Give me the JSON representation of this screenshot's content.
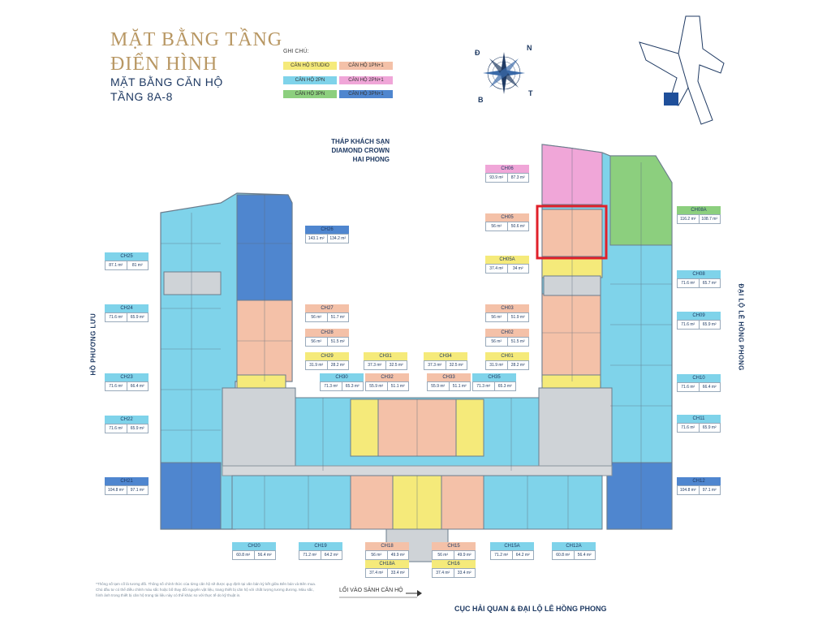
{
  "title": {
    "line1": "MẶT BẰNG TẦNG",
    "line2": "ĐIỂN HÌNH",
    "sub1": "MẶT BẰNG CĂN HỘ",
    "sub2": "TẦNG 8A-8"
  },
  "legend": {
    "title": "GHI CHÚ:",
    "items": [
      {
        "label": "CĂN HỘ STUDIO",
        "color": "#f5ea7a"
      },
      {
        "label": "CĂN HỘ 1PN+1",
        "color": "#f4c1a8"
      },
      {
        "label": "CĂN HỘ 2PN",
        "color": "#7fd3ea"
      },
      {
        "label": "CĂN HỘ 2PN+1",
        "color": "#f0a6d8"
      },
      {
        "label": "CĂN HỘ 3PN",
        "color": "#8ccf7e"
      },
      {
        "label": "CĂN HỘ 3PN+1",
        "color": "#4f86cf"
      }
    ]
  },
  "compass": {
    "n": "N",
    "d": "Đ",
    "b": "B",
    "t": "T"
  },
  "hotel": {
    "line1": "THÁP KHÁCH SẠN",
    "line2": "DIAMOND CROWN",
    "line3": "HAI PHONG"
  },
  "sides": {
    "left": "HỒ PHƯƠNG LƯU",
    "right": "ĐẠI LỘ LÊ HỒNG PHONG",
    "bottom": "CỤC HẢI QUAN & ĐẠI LỘ LÊ HỒNG PHONG",
    "entry": "LỐI VÀO SẢNH CĂN HỘ"
  },
  "units": [
    {
      "name": "CH06",
      "a1": "93.9 m²",
      "a2": "87.3 m²",
      "color": "#f0a6d8"
    },
    {
      "name": "CH05",
      "a1": "56 m²",
      "a2": "50.6 m²",
      "color": "#f4c1a8"
    },
    {
      "name": "CH05A",
      "a1": "37.4 m²",
      "a2": "34 m²",
      "color": "#f5ea7a"
    },
    {
      "name": "CH08A",
      "a1": "116.2 m²",
      "a2": "108.7 m²",
      "color": "#8ccf7e"
    },
    {
      "name": "CH08",
      "a1": "71.6 m²",
      "a2": "65.7 m²",
      "color": "#7fd3ea"
    },
    {
      "name": "CH09",
      "a1": "71.6 m²",
      "a2": "65.9 m²",
      "color": "#7fd3ea"
    },
    {
      "name": "CH10",
      "a1": "71.6 m²",
      "a2": "66.4 m²",
      "color": "#7fd3ea"
    },
    {
      "name": "CH11",
      "a1": "71.6 m²",
      "a2": "65.9 m²",
      "color": "#7fd3ea"
    },
    {
      "name": "CH12",
      "a1": "104.8 m²",
      "a2": "97.1 m²",
      "color": "#4f86cf"
    },
    {
      "name": "CH26",
      "a1": "143.1 m²",
      "a2": "134.2 m²",
      "color": "#4f86cf"
    },
    {
      "name": "CH25",
      "a1": "87.1 m²",
      "a2": "81 m²",
      "color": "#7fd3ea"
    },
    {
      "name": "CH24",
      "a1": "71.6 m²",
      "a2": "65.9 m²",
      "color": "#7fd3ea"
    },
    {
      "name": "CH23",
      "a1": "71.6 m²",
      "a2": "66.4 m²",
      "color": "#7fd3ea"
    },
    {
      "name": "CH22",
      "a1": "71.6 m²",
      "a2": "65.9 m²",
      "color": "#7fd3ea"
    },
    {
      "name": "CH21",
      "a1": "104.8 m²",
      "a2": "97.1 m²",
      "color": "#4f86cf"
    },
    {
      "name": "CH27",
      "a1": "56 m²",
      "a2": "51.7 m²",
      "color": "#f4c1a8"
    },
    {
      "name": "CH28",
      "a1": "56 m²",
      "a2": "51.5 m²",
      "color": "#f4c1a8"
    },
    {
      "name": "CH03",
      "a1": "56 m²",
      "a2": "51.9 m²",
      "color": "#f4c1a8"
    },
    {
      "name": "CH02",
      "a1": "56 m²",
      "a2": "51.5 m²",
      "color": "#f4c1a8"
    },
    {
      "name": "CH29",
      "a1": "31.9 m²",
      "a2": "28.2 m²",
      "color": "#f5ea7a"
    },
    {
      "name": "CH31",
      "a1": "37.3 m²",
      "a2": "32.5 m²",
      "color": "#f5ea7a"
    },
    {
      "name": "CH34",
      "a1": "37.3 m²",
      "a2": "32.5 m²",
      "color": "#f5ea7a"
    },
    {
      "name": "CH01",
      "a1": "31.9 m²",
      "a2": "28.2 m²",
      "color": "#f5ea7a"
    },
    {
      "name": "CH30",
      "a1": "71.3 m²",
      "a2": "65.3 m²",
      "color": "#7fd3ea"
    },
    {
      "name": "CH32",
      "a1": "55.9 m²",
      "a2": "51.1 m²",
      "color": "#f4c1a8"
    },
    {
      "name": "CH33",
      "a1": "55.9 m²",
      "a2": "51.1 m²",
      "color": "#f4c1a8"
    },
    {
      "name": "CH35",
      "a1": "71.3 m²",
      "a2": "65.3 m²",
      "color": "#7fd3ea"
    },
    {
      "name": "CH20",
      "a1": "60.8 m²",
      "a2": "56.4 m²",
      "color": "#7fd3ea"
    },
    {
      "name": "CH19",
      "a1": "71.2 m²",
      "a2": "64.2 m²",
      "color": "#7fd3ea"
    },
    {
      "name": "CH18",
      "a1": "56 m²",
      "a2": "49.9 m²",
      "color": "#f4c1a8"
    },
    {
      "name": "CH18A",
      "a1": "37.4 m²",
      "a2": "33.4 m²",
      "color": "#f5ea7a"
    },
    {
      "name": "CH15",
      "a1": "56 m²",
      "a2": "49.9 m²",
      "color": "#f4c1a8"
    },
    {
      "name": "CH16",
      "a1": "37.4 m²",
      "a2": "33.4 m²",
      "color": "#f5ea7a"
    },
    {
      "name": "CH15A",
      "a1": "71.2 m²",
      "a2": "64.2 m²",
      "color": "#7fd3ea"
    },
    {
      "name": "CH12A",
      "a1": "60.8 m²",
      "a2": "56.4 m²",
      "color": "#7fd3ea"
    }
  ],
  "note": "*Thông số tạm cố là tương đối. Thông số chính thức của từng căn hộ sẽ được quy định tại văn bản ký kết giữa Bên bán và Bên mua. Chủ đầu tư có thể điều chỉnh màu sắc hoặc bố thay đổi nguyên vật liệu, trang thiết bị căn hộ với chất lượng tương đương. Màu sắc, hình ảnh trong thiết bị căn hộ trong tài liệu này có thể khác so với thực tế do kỹ thuật in.",
  "highlight_color": "#e0202a"
}
